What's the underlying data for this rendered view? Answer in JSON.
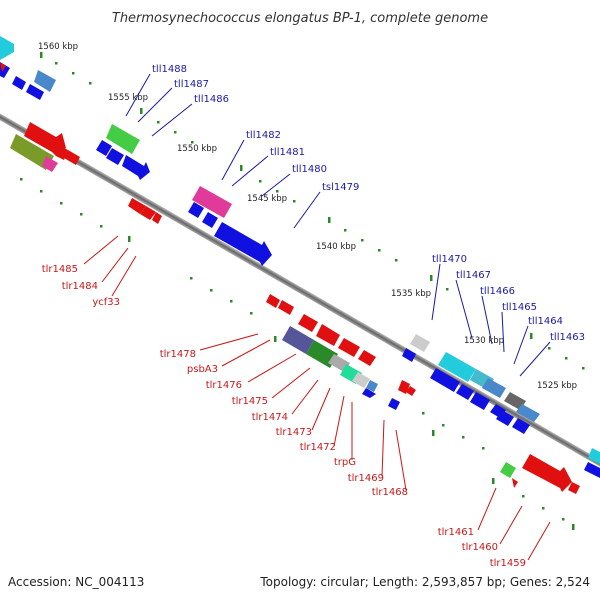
{
  "title": "Thermosynechococcus elongatus BP-1, complete genome",
  "footer": {
    "accession": "Accession: NC_004113",
    "topology": "Topology: circular; Length: 2,593,857 bp; Genes: 2,524"
  },
  "colors": {
    "forward_label": "#1a1aa8",
    "reverse_label": "#c81818",
    "forward_gene": "#1010e0",
    "reverse_gene": "#e01010",
    "tick": "#2a8a2a",
    "backbone": "#888888"
  },
  "ticks": [
    "1560 kbp",
    "1555 kbp",
    "1550 kbp",
    "1545 kbp",
    "1540 kbp",
    "1535 kbp",
    "1530 kbp",
    "1525 kbp"
  ],
  "labels_forward": [
    "tll1488",
    "tll1487",
    "tll1486",
    "tll1482",
    "tll1481",
    "tll1480",
    "tsl1479",
    "tll1470",
    "tll1467",
    "tll1466",
    "tll1465",
    "tll1464",
    "tll1463"
  ],
  "labels_reverse": [
    "tlr1485",
    "tlr1484",
    "ycf33",
    "tlr1478",
    "psbA3",
    "tlr1476",
    "tlr1475",
    "tlr1474",
    "tlr1473",
    "tlr1472",
    "trpG",
    "tlr1469",
    "tlr1468",
    "tlr1461",
    "tlr1460",
    "tlr1459"
  ]
}
